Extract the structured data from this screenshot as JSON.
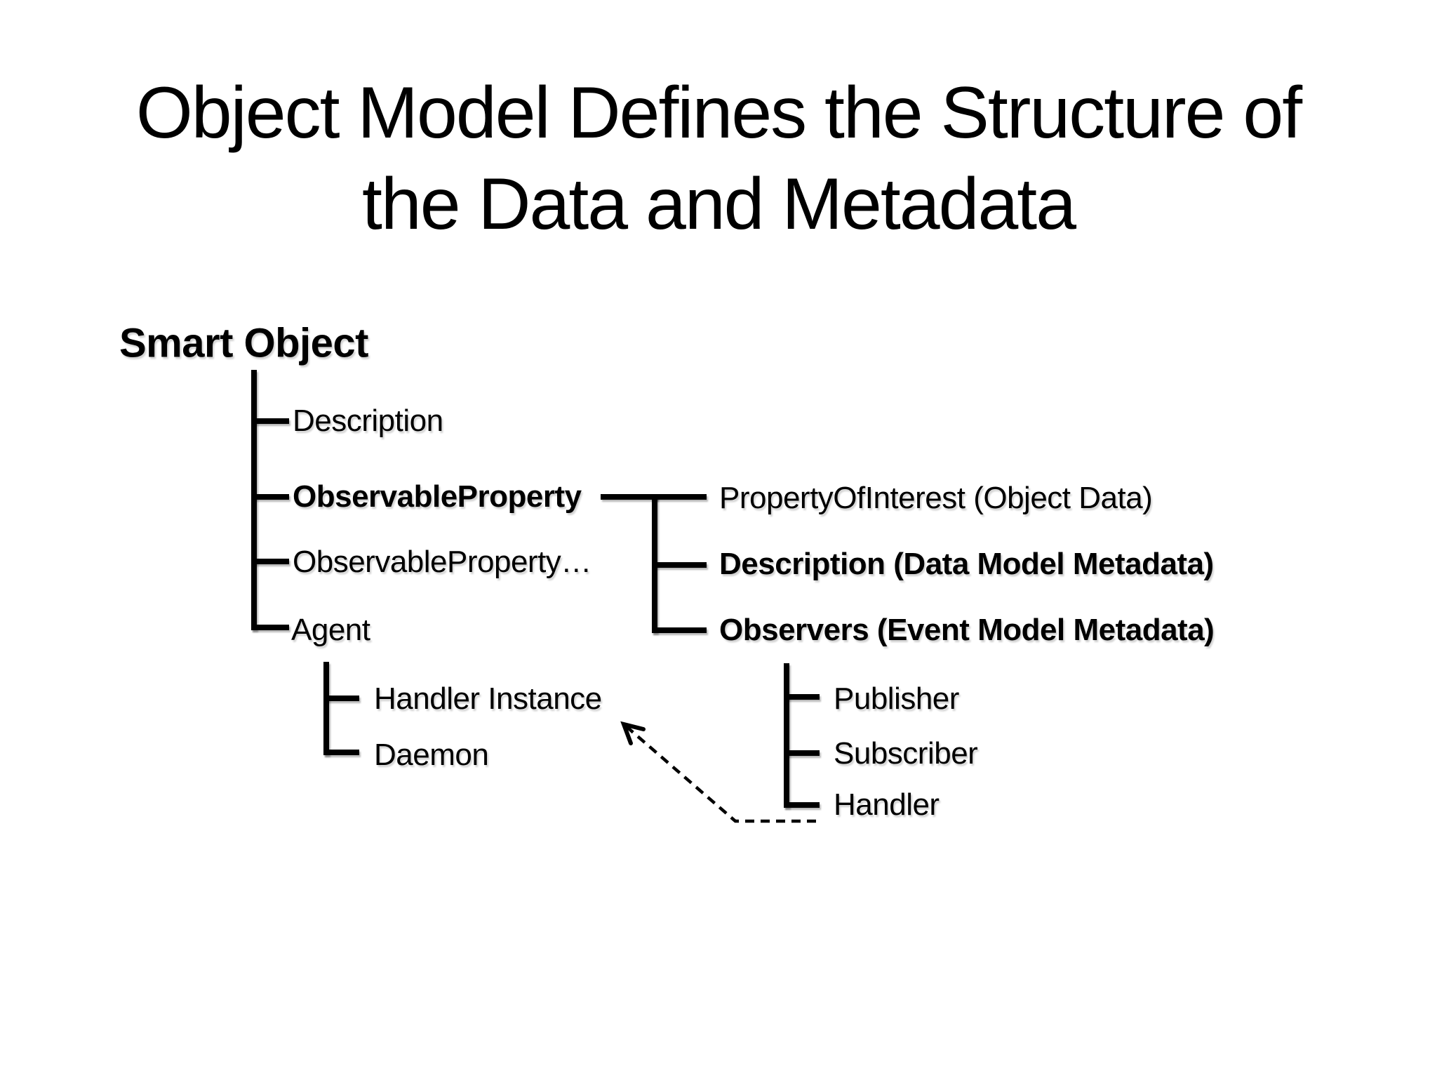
{
  "slide": {
    "title_line1": "Object Model Defines the Structure of",
    "title_line2": "the Data and Metadata"
  },
  "diagram": {
    "root_label": "Smart Object",
    "root_children": [
      {
        "label": "Description",
        "emphasis": "normal"
      },
      {
        "label": "ObservableProperty",
        "emphasis": "bold"
      },
      {
        "label": "ObservableProperty…",
        "emphasis": "normal"
      },
      {
        "label": "Agent",
        "emphasis": "normal"
      }
    ],
    "observable_property_children": [
      {
        "label": "PropertyOfInterest (Object Data)",
        "emphasis": "normal"
      },
      {
        "label": "Description (Data Model Metadata)",
        "emphasis": "bold"
      },
      {
        "label": "Observers (Event Model Metadata)",
        "emphasis": "bold"
      }
    ],
    "agent_children": [
      {
        "label": "Handler Instance"
      },
      {
        "label": "Daemon"
      }
    ],
    "observers_children": [
      {
        "label": "Publisher"
      },
      {
        "label": "Subscriber"
      },
      {
        "label": "Handler"
      }
    ],
    "arrow": {
      "style": "dashed",
      "from_label": "Handler",
      "to_label": "Handler Instance"
    }
  },
  "colors": {
    "background": "#ffffff",
    "text": "#000000",
    "line": "#000000"
  }
}
